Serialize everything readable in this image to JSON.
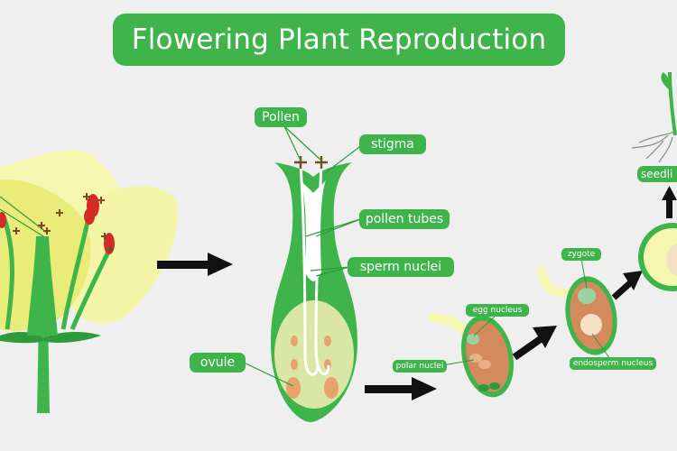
{
  "title": "Flowering Plant Reproduction",
  "labels": {
    "pollen": "Pollen",
    "stigma": "stigma",
    "pollen_tubes": "pollen tubes",
    "sperm_nuclei": "sperm nuclei",
    "ovule": "ovule",
    "egg_nucleus": "egg nucleus",
    "polar_nuclei": "polar nuclei",
    "zygote": "zygote",
    "endosperm_nucleus": "endosperm nucleus",
    "seedling": "seedli"
  },
  "colors": {
    "background": "#efefef",
    "accent_green": "#3fb44a",
    "dark_green": "#2e9b3a",
    "petal_yellow": "#eef08a",
    "ovule_cream": "#d9e6a4",
    "nucleus_orange": "#e6a36e",
    "ovule_brown": "#d48a5c",
    "anther_red": "#d82a24",
    "pollen_brown": "#7a4a22",
    "arrow_black": "#111111"
  }
}
